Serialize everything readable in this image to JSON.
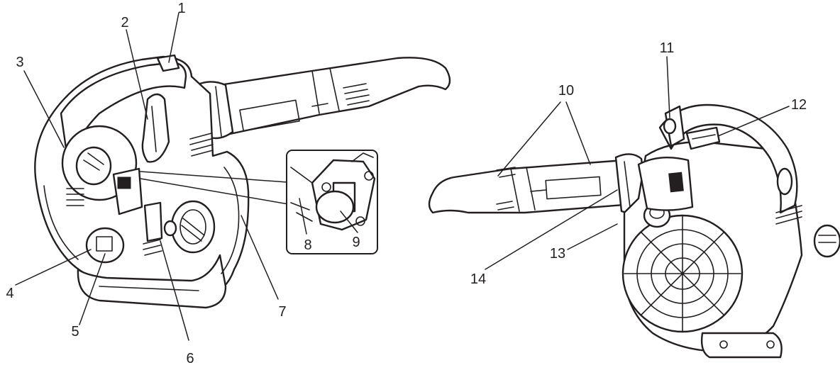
{
  "callouts": {
    "c1": "1",
    "c2": "2",
    "c3": "3",
    "c4": "4",
    "c5": "5",
    "c6": "6",
    "c7": "7",
    "c8": "8",
    "c9": "9",
    "c10": "10",
    "c11": "11",
    "c12": "12",
    "c13": "13",
    "c14": "14"
  },
  "colors": {
    "line": "#231f20",
    "background": "#ffffff"
  }
}
